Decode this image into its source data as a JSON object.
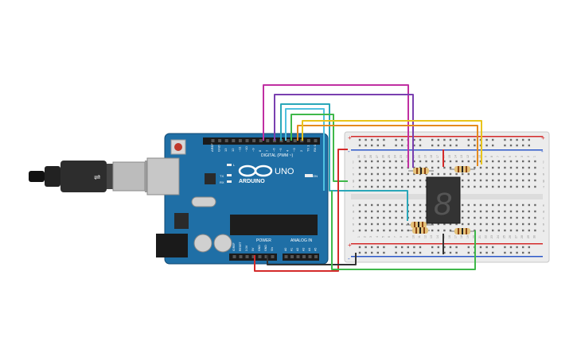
{
  "arduino": {
    "brand": "ARDUINO",
    "model": "UNO",
    "digital_header_label": "DIGITAL (PWM ~)",
    "power_label": "POWER",
    "analog_label": "ANALOG IN",
    "on_label": "ON",
    "tx_label": "TX",
    "rx_label": "RX",
    "l_label": "L",
    "digital_pins": [
      "AREF",
      "GND",
      "13",
      "12",
      "~11",
      "~10",
      "~9",
      "8",
      "7",
      "~6",
      "~5",
      "4",
      "~3",
      "2",
      "TX 1",
      "RX 0"
    ],
    "power_pins": [
      "IOREF",
      "RESET",
      "3.3V",
      "5V",
      "GND",
      "GND",
      "Vin"
    ],
    "analog_pins": [
      "A0",
      "A1",
      "A2",
      "A3",
      "A4",
      "A5"
    ],
    "board_color": "#1f6fa6"
  },
  "breadboard": {
    "top_columns": [
      "30",
      "29",
      "28",
      "27",
      "26",
      "25",
      "24",
      "23",
      "22",
      "21",
      "20",
      "19",
      "18",
      "17",
      "16",
      "15",
      "14",
      "13",
      "12",
      "11",
      "10",
      "9",
      "8",
      "7",
      "6",
      "5",
      "4",
      "3",
      "2",
      "1"
    ],
    "bottom_columns": [
      "1",
      "2",
      "3",
      "4",
      "5",
      "6",
      "7",
      "8",
      "9",
      "10",
      "11",
      "12",
      "13",
      "14",
      "15",
      "16",
      "17",
      "18",
      "19",
      "20",
      "21",
      "22",
      "23",
      "24",
      "25",
      "26",
      "27",
      "28",
      "29",
      "30"
    ],
    "row_letters_top": [
      "j",
      "i",
      "h",
      "g",
      "f"
    ],
    "row_letters_bottom": [
      "e",
      "d",
      "c",
      "b",
      "a"
    ],
    "plus": "+",
    "minus": "-"
  },
  "display": {
    "digit": "8"
  },
  "colors": {
    "wire_magenta": "#c02fa2",
    "wire_purple": "#7a3fb0",
    "wire_teal": "#2aa7b9",
    "wire_cyan": "#4fc1e0",
    "wire_green": "#3fb84a",
    "wire_orange": "#e58a1f",
    "wire_yellow": "#e8c41c",
    "wire_red": "#d42a2a",
    "wire_black": "#333333",
    "power_red": "#d42a2a",
    "ground_blue": "#2b57c9"
  }
}
